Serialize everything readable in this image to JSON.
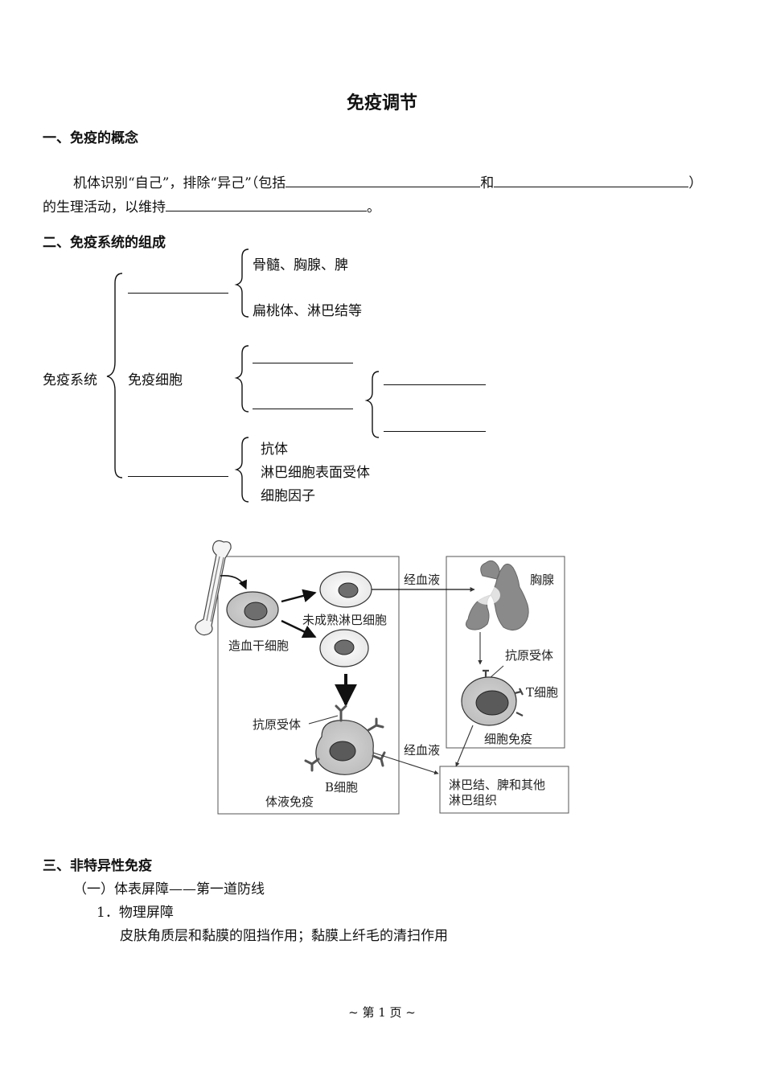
{
  "title": "免疫调节",
  "section1": {
    "heading": "一、免疫的概念",
    "line1_a": "机体识别“自己”，排除“异己”（包括",
    "line1_b": "和",
    "line1_c": "）",
    "line2_a": "的生理活动，以维持",
    "line2_b": "。"
  },
  "section2": {
    "heading": "二、免疫系统的组成",
    "root": "免疫系统",
    "organs": [
      "骨髓、胸腺、脾",
      "扁桃体、淋巴结等"
    ],
    "cells_label": "免疫细胞",
    "substances": [
      "抗体",
      "淋巴细胞表面受体",
      "细胞因子"
    ]
  },
  "figure": {
    "hsc": "造血干细胞",
    "immature": "未成熟淋巴细胞",
    "via_blood_1": "经血液",
    "thymus": "胸腺",
    "antigen_receptor_t": "抗原受体",
    "t_cell": "T细胞",
    "cellular_immunity": "细胞免疫",
    "antigen_receptor_b": "抗原受体",
    "via_blood_2": "经血液",
    "b_cell": "B细胞",
    "humoral_immunity": "体液免疫",
    "lymph_line1": "淋巴结、脾和其他",
    "lymph_line2": "淋巴组织"
  },
  "section3": {
    "heading": "三、非特异性免疫",
    "sub1": "（一）体表屏障——第一道防线",
    "item1": "1．物理屏障",
    "item1_text": "皮肤角质层和黏膜的阻挡作用；黏膜上纤毛的清扫作用"
  },
  "footer": "~ 第 1 页 ~"
}
